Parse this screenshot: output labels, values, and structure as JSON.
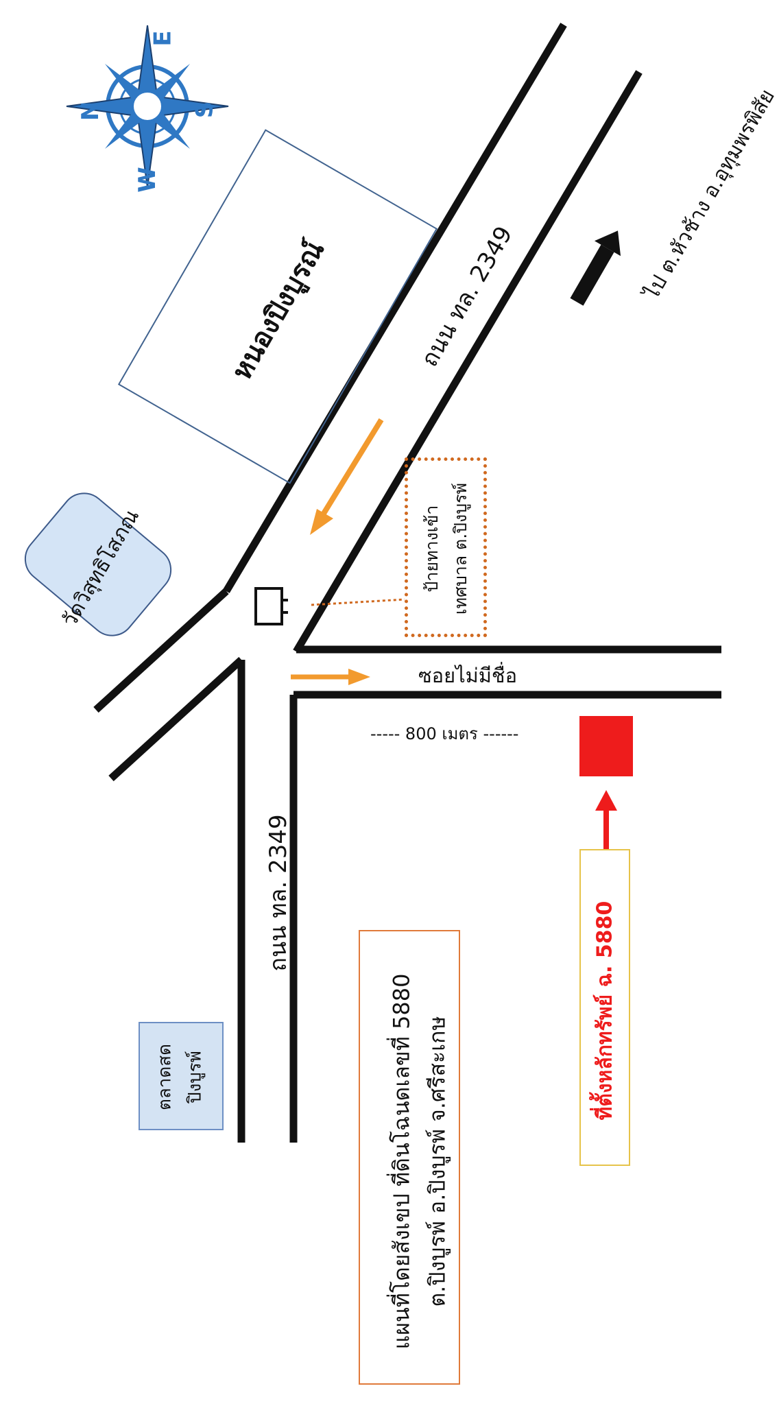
{
  "compass": {
    "north": "N",
    "east": "E",
    "south": "S",
    "west": "W"
  },
  "labels": {
    "pond": "หนองปิงบูรณ์",
    "road_main": "ถนน ทล. 2349",
    "road_south": "ถนน ทล. 2349",
    "direction": "ไป ต.หัวช้าง อ.อุทุมพรพิสัย",
    "temple": "วัดวิสุทธิโสภณ",
    "sign_line1": "ป้ายทางเข้า",
    "sign_line2": "เทศบาล ต.ปิงบูรพ์",
    "soi": "ซอยไม่มีชื่อ",
    "distance": "----- 800 เมตร ------",
    "market_line1": "ตลาดสด",
    "market_line2": "ปิงบูรพ์",
    "title_line1": "แผนที่โดยสังเขป  ที่ดินโฉนดเลขที่  5880",
    "title_line2": "ต.ปิงบูรพ์ อ.ปิงบูรพ์  จ.ศรีสะเกษ",
    "property": "ที่ตั้งหลักทรัพย์ ฉ. 5880"
  },
  "colors": {
    "road": "#111111",
    "orange_arrow": "#f29a2e",
    "property": "#ee1c1c",
    "compass_blue": "#2f78c4",
    "sign_border": "#d0691f",
    "title_border": "#e07a3a",
    "property_border": "#e6c34a",
    "box_blue": "#6d8fc4"
  }
}
